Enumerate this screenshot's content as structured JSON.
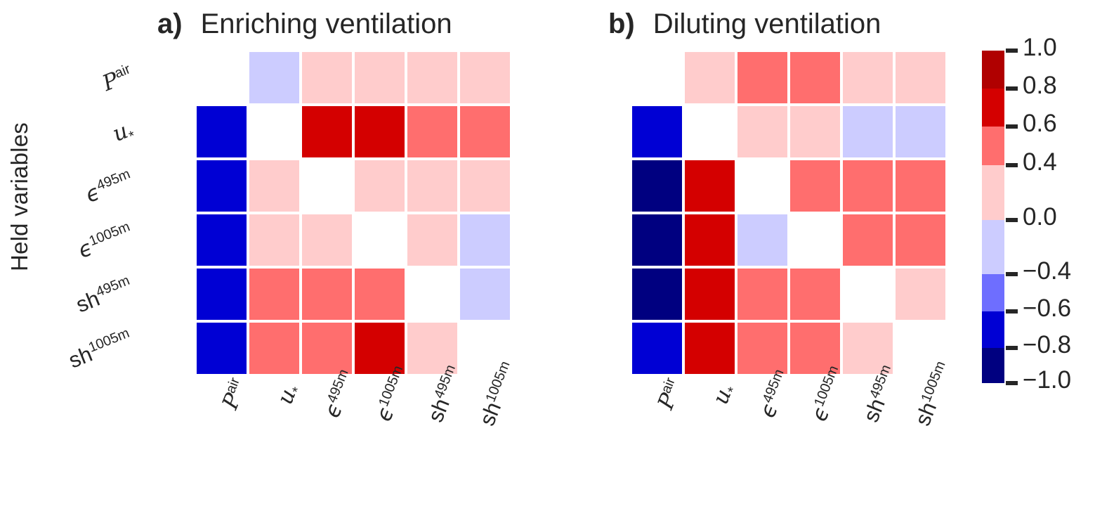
{
  "figure": {
    "ylabel": "Held variables"
  },
  "panels": [
    {
      "tag": "a)",
      "title": "Enriching ventilation"
    },
    {
      "tag": "b)",
      "title": "Diluting ventilation"
    }
  ],
  "variables": [
    {
      "base": "P",
      "sup": "air",
      "italic": true,
      "kind": "plain"
    },
    {
      "base": "u",
      "sub": "*",
      "italic": true,
      "kind": "sub"
    },
    {
      "base": "ϵ",
      "sup": "495m",
      "italic": true,
      "kind": "eps"
    },
    {
      "base": "ϵ",
      "sup": "1005m",
      "italic": true,
      "kind": "eps"
    },
    {
      "base": "sh",
      "sup": "495m",
      "italic": false,
      "kind": "plain"
    },
    {
      "base": "sh",
      "sup": "1005m",
      "italic": false,
      "kind": "plain"
    }
  ],
  "colorbar": {
    "ticks": [
      "1.0",
      "0.8",
      "0.6",
      "0.4",
      "0.0",
      "−0.4",
      "−0.6",
      "−0.8",
      "−1.0"
    ],
    "tick_values": [
      1.0,
      0.8,
      0.6,
      0.4,
      0.0,
      -0.4,
      -0.6,
      -0.8,
      -1.0
    ],
    "tick_offsets": [
      0,
      54,
      108,
      163,
      241,
      318,
      371,
      423,
      473
    ],
    "bands": [
      {
        "color": "#B00000",
        "range": [
          0.8,
          1.0
        ],
        "height": 54
      },
      {
        "color": "#D40000",
        "range": [
          0.6,
          0.8
        ],
        "height": 54
      },
      {
        "color": "#FF6E6E",
        "range": [
          0.4,
          0.6
        ],
        "height": 55
      },
      {
        "color": "#FFCCCC",
        "range": [
          0.0,
          0.4
        ],
        "height": 78
      },
      {
        "color": "#CCCCFF",
        "range": [
          -0.4,
          0.0
        ],
        "height": 77
      },
      {
        "color": "#6E6EFF",
        "range": [
          -0.6,
          -0.4
        ],
        "height": 53
      },
      {
        "color": "#0000D4",
        "range": [
          -0.8,
          -0.6
        ],
        "height": 52
      },
      {
        "color": "#000080",
        "range": [
          -1.0,
          -0.8
        ],
        "height": 50
      }
    ]
  },
  "palette": {
    "dark_red": "#B00000",
    "red": "#D40000",
    "salmon": "#FF6E6E",
    "pale_pink": "#FFCCCC",
    "lavender": "#CCCCFF",
    "periwinkle": "#6E6EFF",
    "blue": "#0000D4",
    "navy": "#000080",
    "blank": "#FFFFFF"
  },
  "chart_data": {
    "type": "heatmap",
    "title": "Correlation matrices of held variables for enriching and diluting ventilation",
    "xlabel": "",
    "ylabel": "Held variables",
    "x_categories": [
      "P^air",
      "u_*",
      "ϵ^495m",
      "ϵ^1005m",
      "sh^495m",
      "sh^1005m"
    ],
    "y_categories": [
      "P^air",
      "u_*",
      "ϵ^495m",
      "ϵ^1005m",
      "sh^495m",
      "sh^1005m"
    ],
    "colorbar_range": [
      -1.0,
      1.0
    ],
    "colormap": "discrete bwr (8 levels)",
    "legend_position": "right",
    "grid": false,
    "panels": [
      {
        "tag": "a)",
        "title": "Enriching ventilation",
        "cells": [
          [
            "blank",
            "lavender",
            "pale_pink",
            "pale_pink",
            "pale_pink",
            "pale_pink"
          ],
          [
            "blue",
            "blank",
            "red",
            "red",
            "salmon",
            "salmon"
          ],
          [
            "blue",
            "pale_pink",
            "blank",
            "pale_pink",
            "pale_pink",
            "pale_pink"
          ],
          [
            "blue",
            "pale_pink",
            "pale_pink",
            "blank",
            "pale_pink",
            "lavender"
          ],
          [
            "blue",
            "salmon",
            "salmon",
            "salmon",
            "blank",
            "lavender"
          ],
          [
            "blue",
            "salmon",
            "salmon",
            "red",
            "pale_pink",
            "blank"
          ]
        ],
        "values": [
          [
            null,
            -0.2,
            0.2,
            0.2,
            0.2,
            0.2
          ],
          [
            -0.7,
            null,
            0.7,
            0.7,
            0.5,
            0.5
          ],
          [
            -0.7,
            0.2,
            null,
            0.2,
            0.2,
            0.2
          ],
          [
            -0.7,
            0.2,
            0.2,
            null,
            0.2,
            -0.2
          ],
          [
            -0.7,
            0.5,
            0.5,
            0.5,
            null,
            -0.2
          ],
          [
            -0.7,
            0.5,
            0.5,
            0.7,
            0.2,
            null
          ]
        ]
      },
      {
        "tag": "b)",
        "title": "Diluting ventilation",
        "cells": [
          [
            "blank",
            "pale_pink",
            "salmon",
            "salmon",
            "pale_pink",
            "pale_pink"
          ],
          [
            "blue",
            "blank",
            "pale_pink",
            "pale_pink",
            "lavender",
            "lavender"
          ],
          [
            "navy",
            "red",
            "blank",
            "salmon",
            "salmon",
            "salmon"
          ],
          [
            "navy",
            "red",
            "lavender",
            "blank",
            "salmon",
            "salmon"
          ],
          [
            "navy",
            "red",
            "salmon",
            "salmon",
            "blank",
            "pale_pink"
          ],
          [
            "blue",
            "red",
            "salmon",
            "salmon",
            "pale_pink",
            "blank"
          ]
        ],
        "values": [
          [
            null,
            0.2,
            0.5,
            0.5,
            0.2,
            0.2
          ],
          [
            -0.7,
            null,
            0.2,
            0.2,
            -0.2,
            -0.2
          ],
          [
            -0.9,
            0.7,
            null,
            0.5,
            0.5,
            0.5
          ],
          [
            -0.9,
            0.7,
            -0.2,
            null,
            0.5,
            0.5
          ],
          [
            -0.9,
            0.7,
            0.5,
            0.5,
            null,
            0.2
          ],
          [
            -0.7,
            0.7,
            0.5,
            0.5,
            0.2,
            null
          ]
        ]
      }
    ]
  }
}
